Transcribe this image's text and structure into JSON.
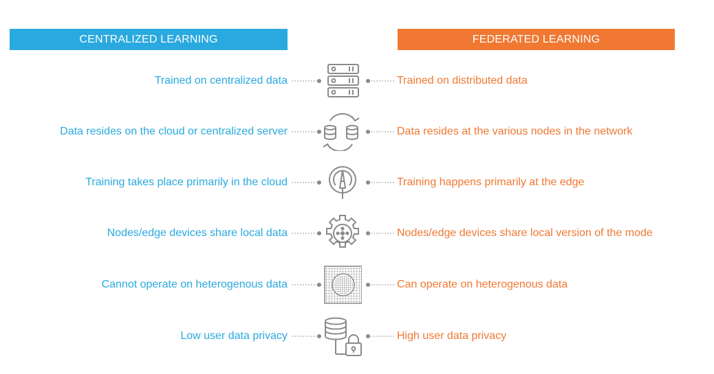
{
  "headers": {
    "left": "CENTRALIZED LEARNING",
    "right": "FEDERATED LEARNING"
  },
  "colors": {
    "centralized": "#29a9df",
    "federated": "#f07833",
    "icon": "#8a8a8a"
  },
  "rows": [
    {
      "left": "Trained on centralized data",
      "right": "Trained on distributed data",
      "icon": "server-rack-icon"
    },
    {
      "left": "Data resides on the cloud or centralized server",
      "right": "Data resides at the various nodes in the network",
      "icon": "database-sync-icon"
    },
    {
      "left": "Training takes place primarily in the cloud",
      "right": "Training happens primarily at the edge",
      "icon": "edge-pen-icon"
    },
    {
      "left": "Nodes/edge devices share local data",
      "right": "Nodes/edge devices share local version of the mode",
      "icon": "gear-network-icon"
    },
    {
      "left": "Cannot operate on heterogenous data",
      "right": "Can operate on heterogenous data",
      "icon": "grid-pattern-icon"
    },
    {
      "left": "Low user data privacy",
      "right": "High user data privacy",
      "icon": "database-lock-icon"
    }
  ]
}
